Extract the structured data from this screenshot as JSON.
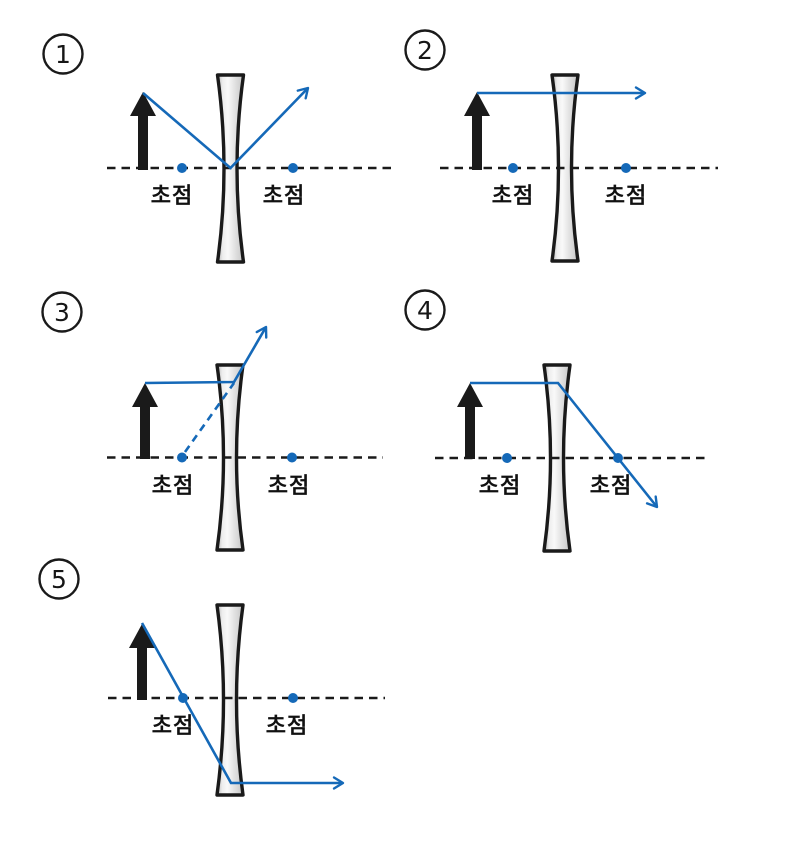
{
  "colors": {
    "ray_blue": "#1569b8",
    "focal_dot_blue": "#1569b8",
    "ink_black": "#1a1a1a",
    "lens_fill_gray": "#e9e9e9"
  },
  "panels": [
    {
      "number": "1",
      "left_focus_label": "초점",
      "right_focus_label": "초점"
    },
    {
      "number": "2",
      "left_focus_label": "초점",
      "right_focus_label": "초점"
    },
    {
      "number": "3",
      "left_focus_label": "초점",
      "right_focus_label": "초점"
    },
    {
      "number": "4",
      "left_focus_label": "초점",
      "right_focus_label": "초점"
    },
    {
      "number": "5",
      "left_focus_label": "초점",
      "right_focus_label": "초점"
    }
  ]
}
